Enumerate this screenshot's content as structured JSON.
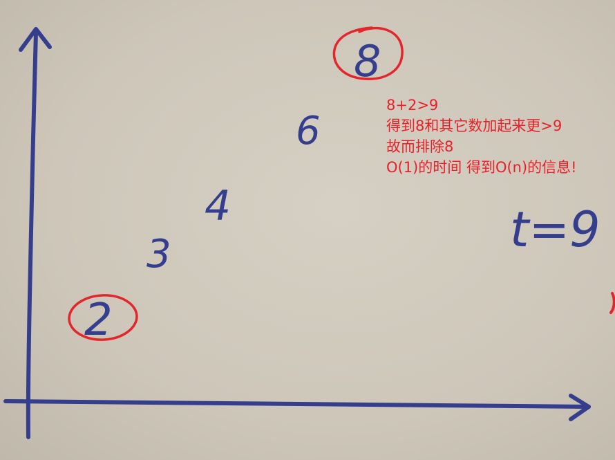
{
  "numbers": [
    {
      "value": "2",
      "circled": true
    },
    {
      "value": "3",
      "circled": false
    },
    {
      "value": "4",
      "circled": false
    },
    {
      "value": "6",
      "circled": false
    },
    {
      "value": "8",
      "circled": true
    }
  ],
  "target_label": "t=9",
  "notes": [
    "8+2>9",
    "得到8和其它数加起来更>9",
    "故而排除8",
    "O(1)的时间 得到O(n)的信息!"
  ],
  "colors": {
    "ink_blue": "#343e8c",
    "marker_red": "#e3262c",
    "board": "#d2ccc0"
  }
}
